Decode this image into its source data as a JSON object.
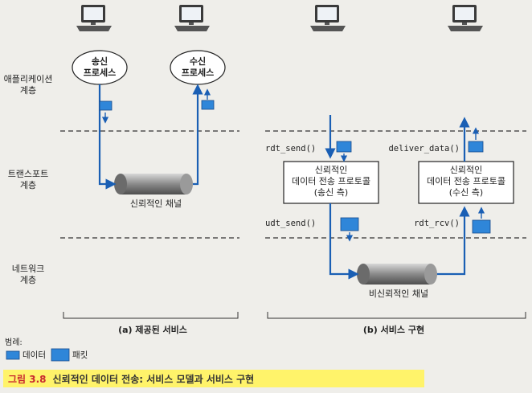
{
  "layers": {
    "application": "애플리케이션\n계층",
    "transport": "트랜스포트\n계층",
    "network": "네트워크\n계층"
  },
  "left": {
    "sender": "송신\n프로세스",
    "receiver": "수신\n프로세스",
    "channel": "신뢰적인 채널",
    "caption": "(a) 제공된 서비스"
  },
  "right": {
    "rdt_send": "rdt_send()",
    "deliver_data": "deliver_data()",
    "udt_send": "udt_send()",
    "rdt_rcv": "rdt_rcv()",
    "sender_box": "신뢰적인\n데이터 전송 프로토콜\n(송신 측)",
    "receiver_box": "신뢰적인\n데이터 전송 프로토콜\n(수신 측)",
    "channel": "비신뢰적인 채널",
    "caption": "(b) 서비스 구현"
  },
  "legend": {
    "title": "범례:",
    "data": "데이터",
    "packet": "패킷"
  },
  "figure": {
    "number": "그림 3.8",
    "title": "신뢰적인 데이터 전송: 서비스 모델과 서비스 구현"
  },
  "colors": {
    "line": "#1a5fb4",
    "block": "#2f86d9",
    "caption_bg": "#fff36a",
    "figure_number": "#c8282e"
  }
}
